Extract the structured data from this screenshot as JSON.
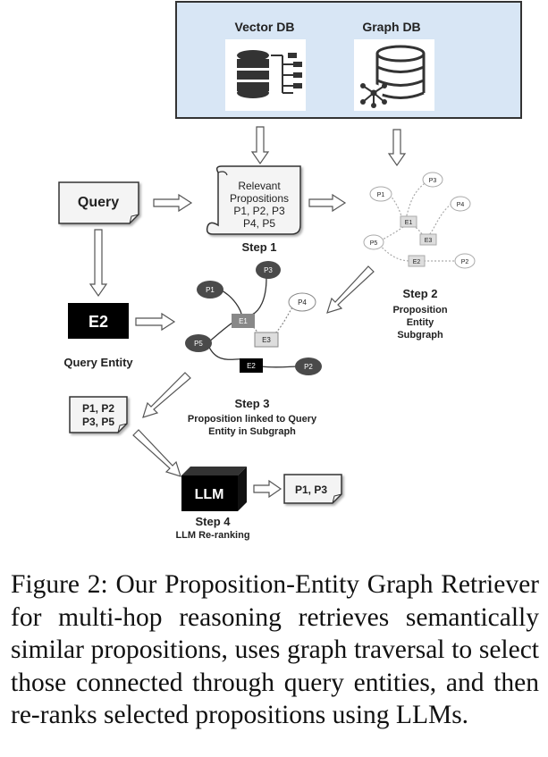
{
  "databases": {
    "vector_db_label": "Vector DB",
    "graph_db_label": "Graph DB",
    "vector_db_icon": "vector-database-icon",
    "graph_db_icon": "graph-database-icon"
  },
  "query": {
    "label": "Query",
    "entity_box": "E2",
    "entity_caption": "Query Entity"
  },
  "step1": {
    "scroll_lines": [
      "Relevant",
      "Propositions",
      "P1, P2, P3",
      "P4, P5"
    ],
    "title": "Step 1"
  },
  "step2": {
    "title": "Step 2",
    "caption_lines": [
      "Proposition",
      "Entity",
      "Subgraph"
    ],
    "propositions": [
      "P1",
      "P3",
      "P4",
      "P5",
      "P2"
    ],
    "entities": [
      "E1",
      "E3",
      "E2"
    ]
  },
  "step3": {
    "title": "Step 3",
    "caption_lines": [
      "Proposition linked to Query",
      "Entity in Subgraph"
    ],
    "propositions": [
      "P1",
      "P3",
      "P4",
      "P5",
      "P2"
    ],
    "entities": [
      "E1",
      "E3",
      "E2"
    ],
    "selected_lines": [
      "P1, P2",
      "P3, P5"
    ]
  },
  "step4": {
    "llm_label": "LLM",
    "title": "Step 4",
    "caption": "LLM Re-ranking",
    "output": "P1, P3"
  },
  "caption": "Figure 2: Our Proposition-Entity Graph Retriever for multi-hop reasoning retrieves semantically similar propositions, uses graph traversal to select those connected through query entities, and then re-ranks selected propositions using LLMs.",
  "colors": {
    "db_panel": "#d8e6f5",
    "dark_node": "#4a4a4a",
    "query_entity": "#000000",
    "grey_entity": "#888888"
  }
}
